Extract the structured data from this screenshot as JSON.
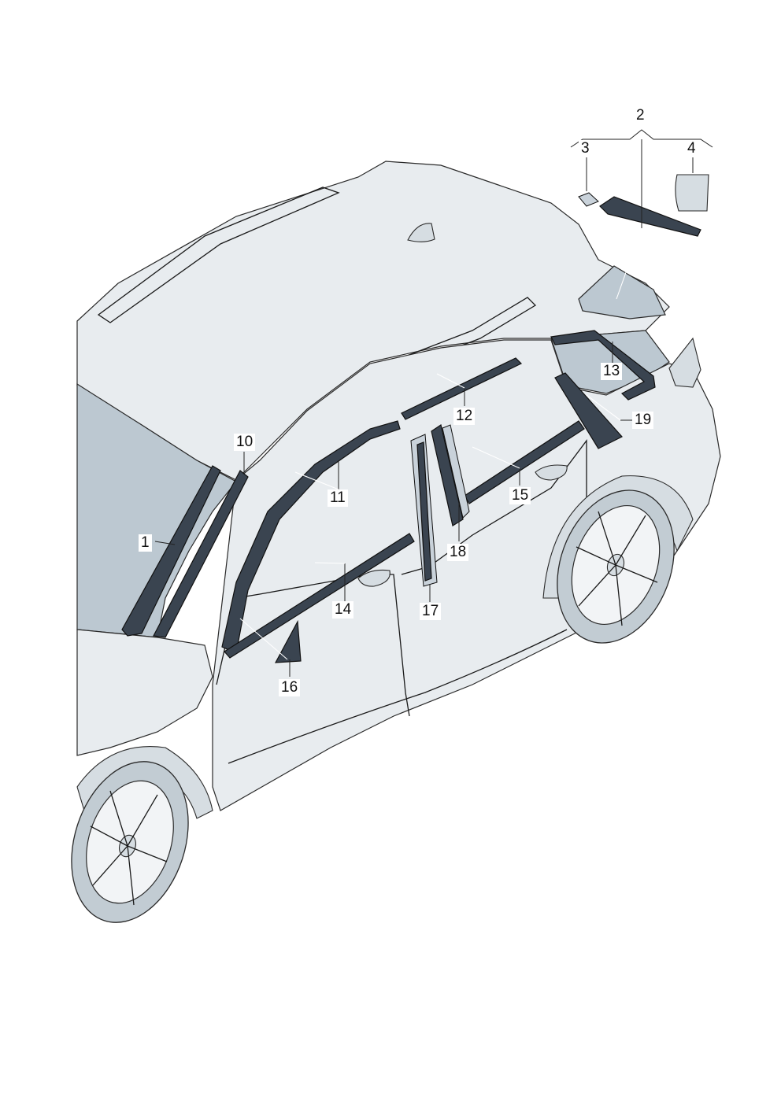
{
  "callouts": {
    "c1": "1",
    "c2": "2",
    "c3": "3",
    "c4": "4",
    "c10": "10",
    "c11": "11",
    "c12": "12",
    "c13": "13",
    "c14": "14",
    "c15": "15",
    "c16": "16",
    "c17": "17",
    "c18": "18",
    "c19": "19"
  },
  "colors": {
    "body_panel": "#e8ecef",
    "glass": "#bcc8d1",
    "trim": "#3a4450"
  }
}
